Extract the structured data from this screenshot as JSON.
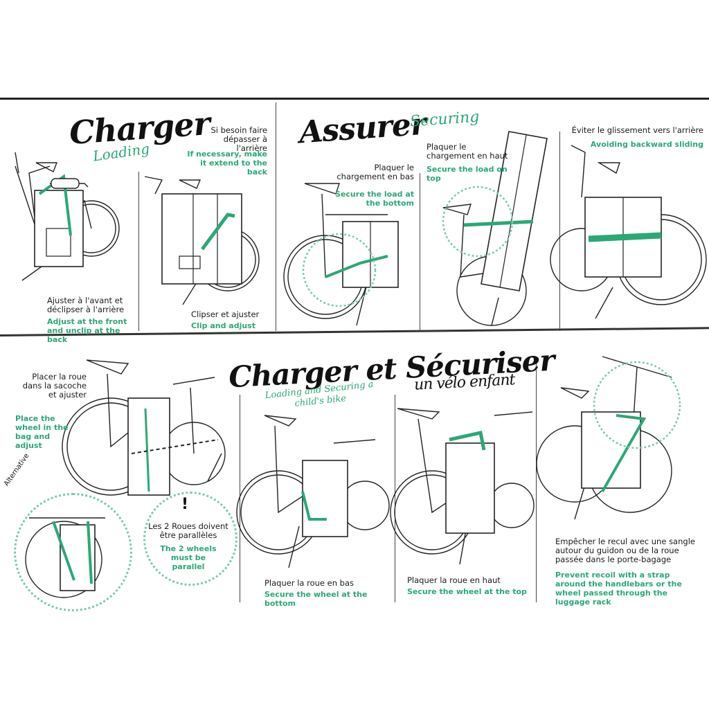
{
  "colors": {
    "accent": "#2aa876",
    "ink": "#1a1a1a",
    "background": "#ffffff"
  },
  "sections": {
    "charger": {
      "title": "Charger",
      "subtitle": "Loading",
      "panel1_fr": "Ajuster à l'avant et déclipser à l'arrière",
      "panel1_en": "Adjust at the front and unclip at the back",
      "panel2_note_fr": "Si besoin faire dépasser à l'arrière",
      "panel2_note_en": "If necessary, make it extend to the back",
      "panel2_fr": "Clipser et ajuster",
      "panel2_en": "Clip and adjust"
    },
    "assurer": {
      "title": "Assurer",
      "subtitle": "Securing",
      "panel1_fr": "Plaquer le chargement en bas",
      "panel1_en": "Secure the load at the bottom",
      "panel2_fr": "Plaquer le chargement en haut",
      "panel2_en": "Secure the load on top",
      "panel3_fr": "Éviter le glissement vers l'arrière",
      "panel3_en": "Avoiding backward sliding"
    },
    "child_bike": {
      "title": "Charger et Sécuriser",
      "title_line2": "un vélo enfant",
      "subtitle": "Loading and Securing a child's bike",
      "panel1_fr": "Placer la roue dans la sacoche et ajuster",
      "panel1_en": "Place the wheel in the bag and adjust",
      "alt_label": "Alternative",
      "warning_mark": "!",
      "warning_fr": "Les 2 Roues doivent être parallèles",
      "warning_en": "The 2 wheels must be parallel",
      "panel2_fr": "Plaquer la roue en bas",
      "panel2_en": "Secure the wheel at the bottom",
      "panel3_fr": "Plaquer la roue en haut",
      "panel3_en": "Secure the wheel at the top",
      "panel4_fr": "Empêcher le recul avec une sangle autour du guidon ou de la roue passée dans le porte-bagage",
      "panel4_en": "Prevent recoil with a strap around the handlebars or the wheel passed through the luggage rack"
    }
  }
}
